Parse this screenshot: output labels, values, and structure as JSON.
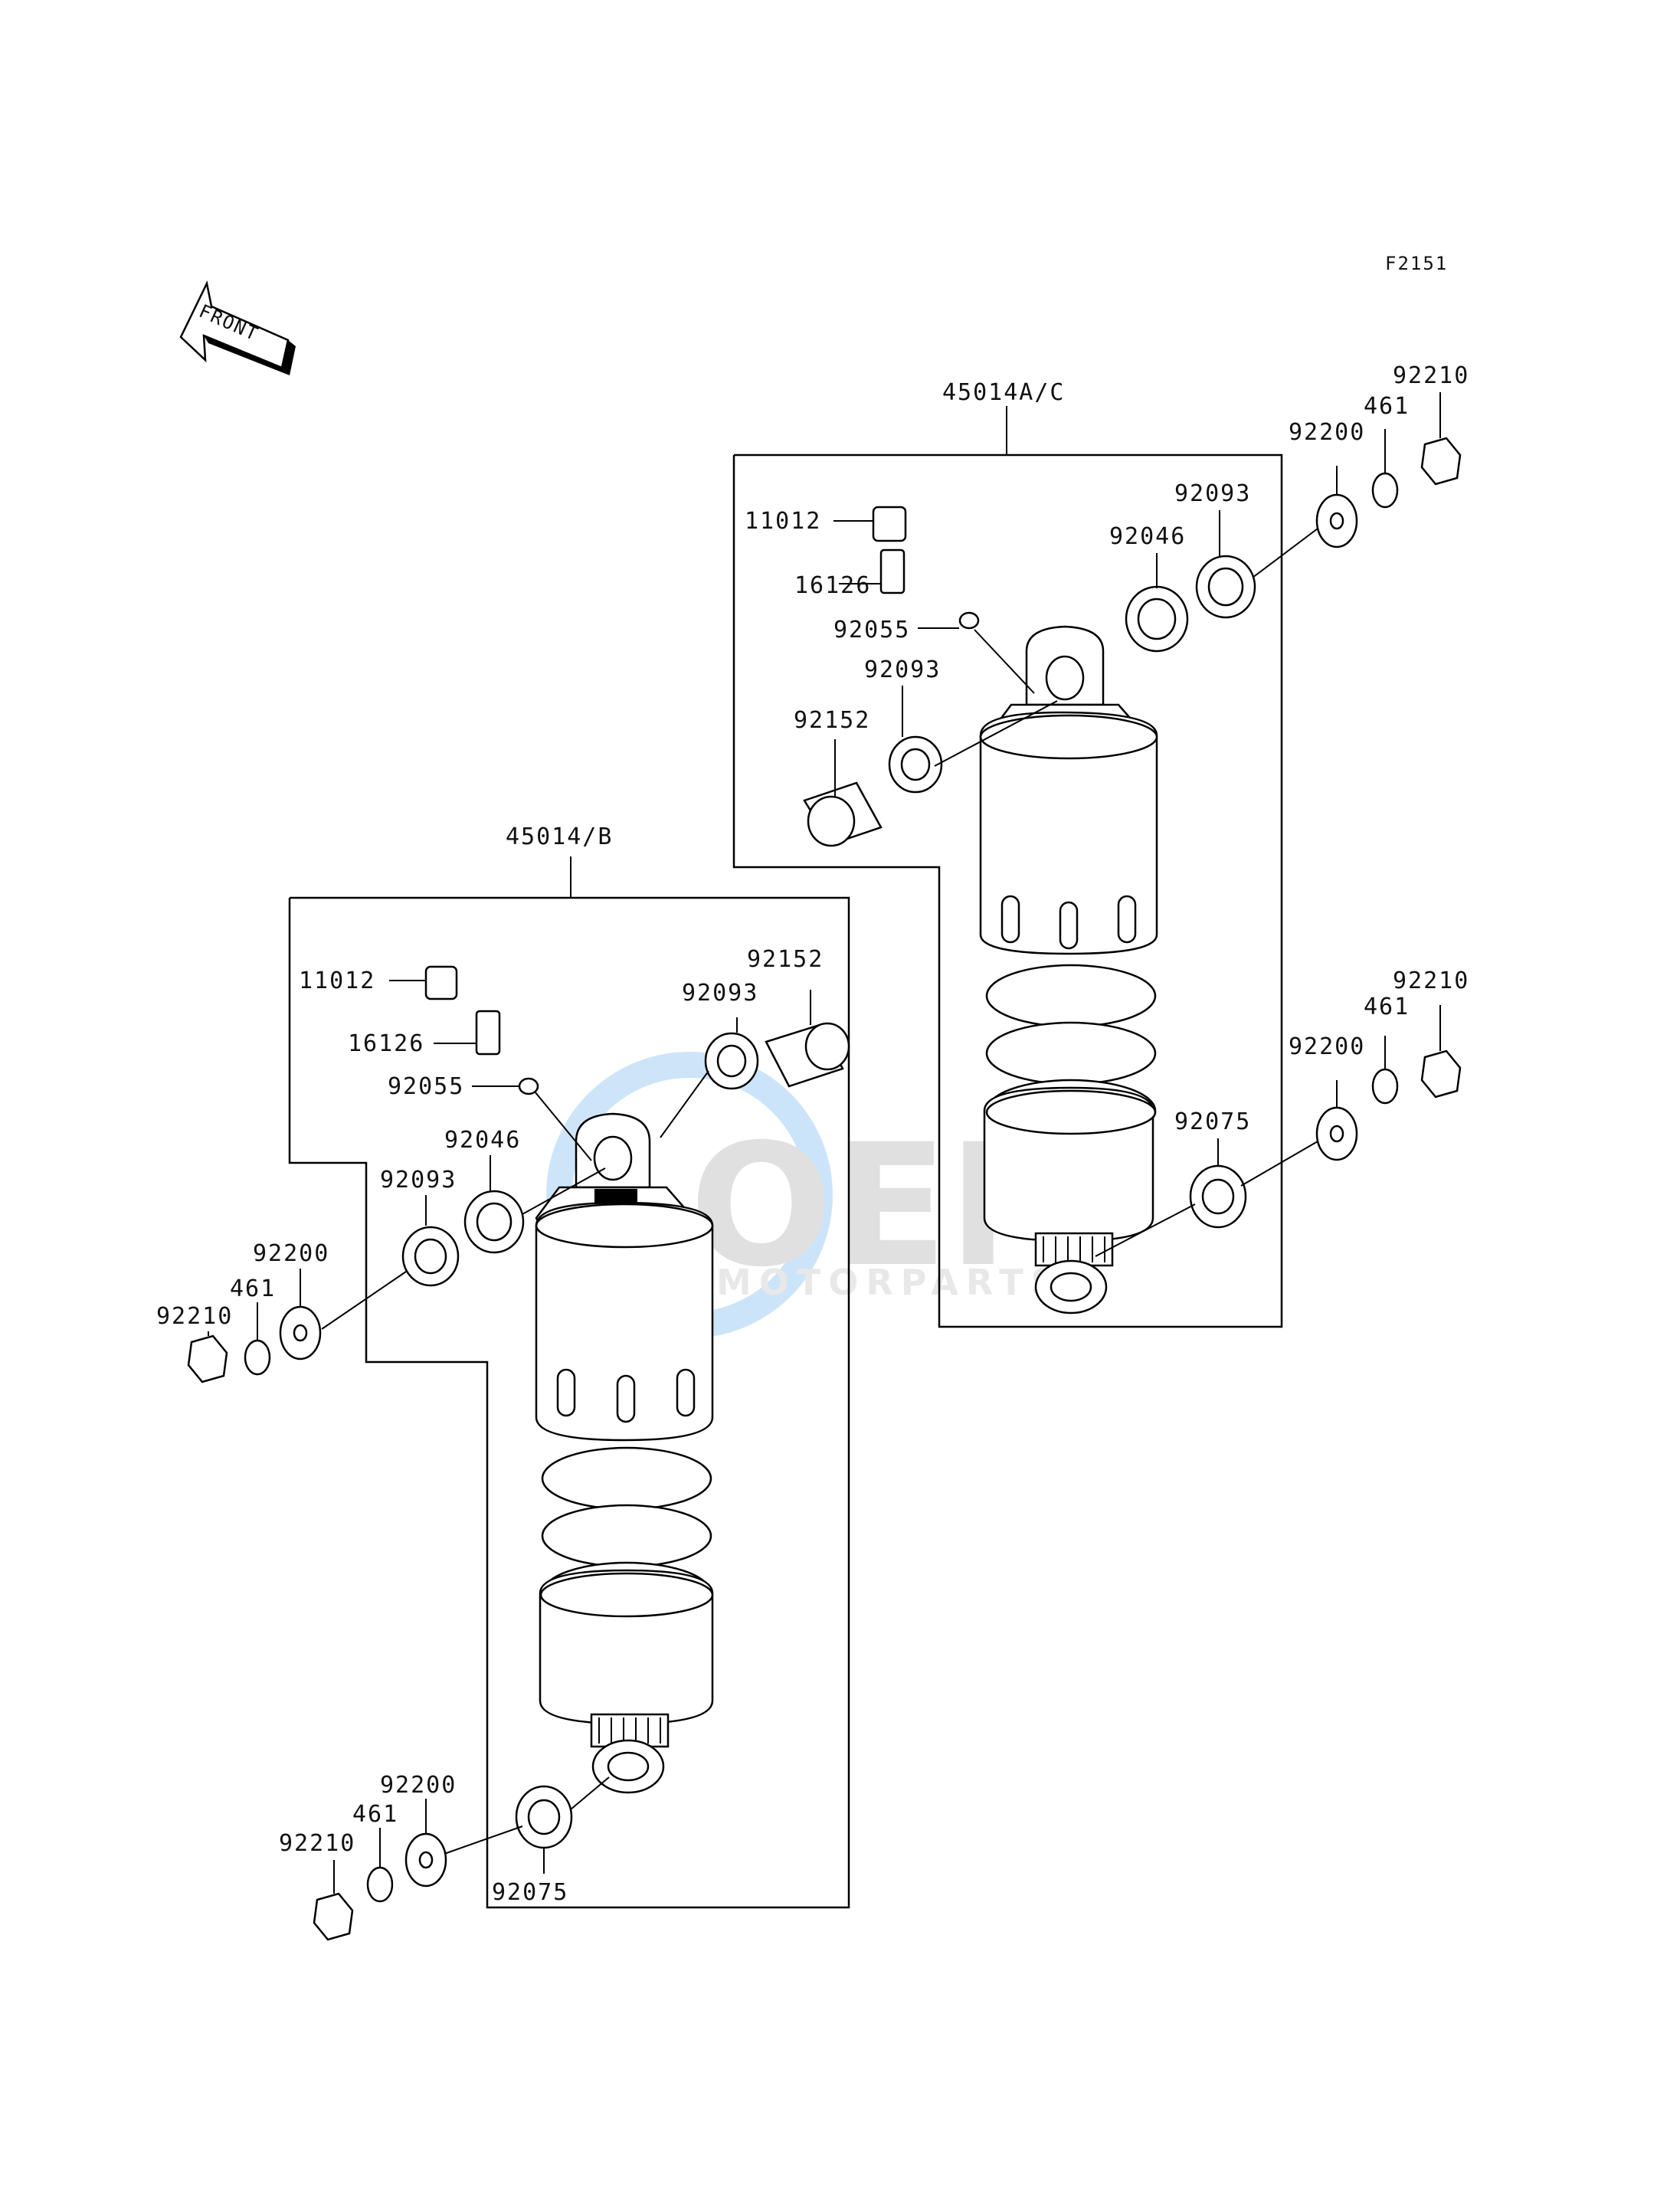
{
  "figure_code": "F2151",
  "front_label": "FRONT",
  "watermark": {
    "main": "OEM",
    "sub": "MOTORPARTS",
    "color": "#1e88e5"
  },
  "assemblies": [
    {
      "id": "45014A/C",
      "parts": [
        "11012",
        "16126",
        "92055",
        "92093",
        "92152",
        "92046",
        "92093",
        "92200",
        "461",
        "92210",
        "92200",
        "461",
        "92210",
        "92075"
      ]
    },
    {
      "id": "45014/B",
      "parts": [
        "11012",
        "16126",
        "92055",
        "92046",
        "92093",
        "92200",
        "461",
        "92210",
        "92152",
        "92093",
        "92200",
        "461",
        "92210",
        "92075"
      ]
    }
  ],
  "labels": {
    "a_id": "45014A/C",
    "a_11012": "11012",
    "a_16126": "16126",
    "a_92055": "92055",
    "a_92093_left": "92093",
    "a_92152": "92152",
    "a_92046": "92046",
    "a_92093_right": "92093",
    "a_92200_top": "92200",
    "a_461_top": "461",
    "a_92210_top": "92210",
    "a_92200_bot": "92200",
    "a_461_bot": "461",
    "a_92210_bot": "92210",
    "a_92075": "92075",
    "b_id": "45014/B",
    "b_11012": "11012",
    "b_16126": "16126",
    "b_92055": "92055",
    "b_92046": "92046",
    "b_92093_left": "92093",
    "b_92200_top": "92200",
    "b_461_top": "461",
    "b_92210_top": "92210",
    "b_92152": "92152",
    "b_92093_right": "92093",
    "b_92200_bot": "92200",
    "b_461_bot": "461",
    "b_92210_bot": "92210",
    "b_92075": "92075"
  }
}
